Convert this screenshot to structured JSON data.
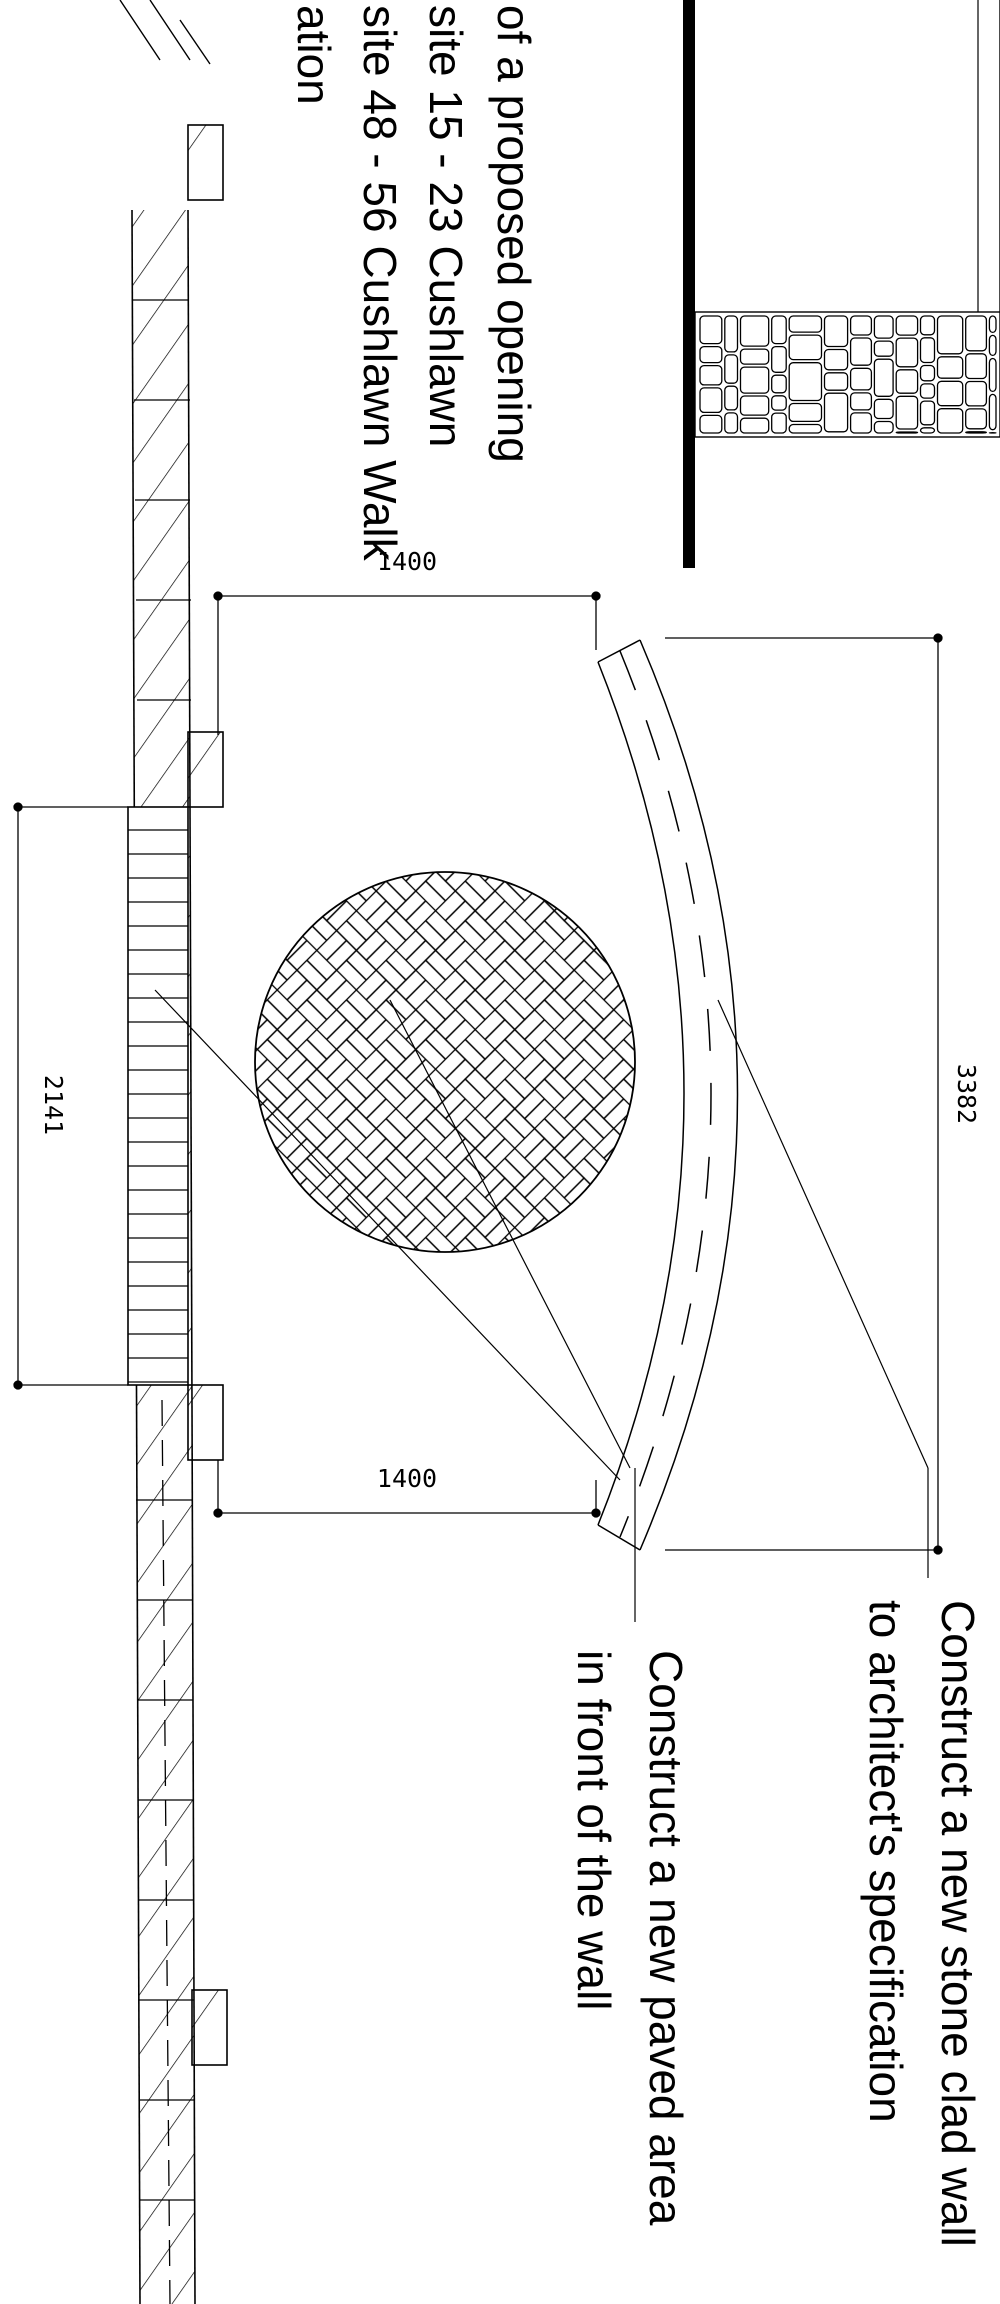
{
  "title_block": {
    "lines": [
      "of a proposed opening",
      "site 15 - 23 Cushlawn",
      "site 48 - 56 Cushlawn Walk",
      "ation"
    ]
  },
  "dimensions": {
    "top_offset": "1400",
    "bottom_offset": "1400",
    "opening_width": "2141",
    "wall_length": "3382"
  },
  "notes": {
    "stone_wall": [
      "Construct a new stone clad wall",
      "to architect's specification"
    ],
    "paved_area": [
      "Construct a new paved area",
      "in front of the wall"
    ]
  },
  "colors": {
    "ink": "#000000",
    "paper": "#ffffff"
  }
}
